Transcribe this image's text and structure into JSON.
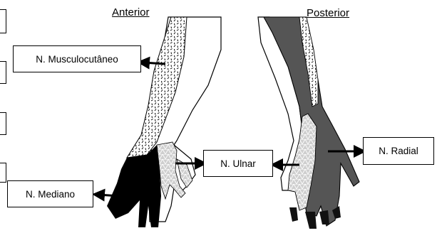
{
  "titles": {
    "anterior": "Anterior",
    "posterior": "Posterior"
  },
  "labels": {
    "musculocutaneo": "N. Musculocutâneo",
    "ulnar": "N. Ulnar",
    "radial": "N. Radial",
    "mediano": "N. Mediano"
  },
  "legend_swatches": {
    "musculocutaneo": "hatched-dashes",
    "ulnar": "triangle-grid",
    "radial": "dark-gray",
    "mediano": "black"
  },
  "colors": {
    "radial": "#555555",
    "mediano": "#0a0a0a",
    "skin": "#ffffff",
    "outline": "#000000"
  }
}
